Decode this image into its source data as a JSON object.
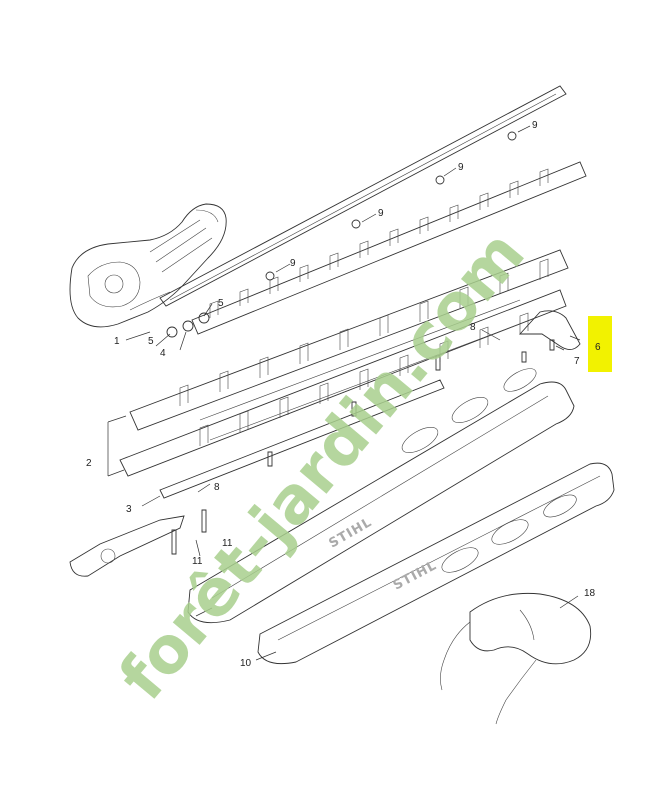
{
  "diagram": {
    "watermark": {
      "text": "forêt-jardin.com",
      "color_green": "#a9d08e",
      "color_orange": "#f0c080"
    },
    "brand_marks": [
      "STIHL",
      "STIHL"
    ],
    "highlight_color": "#f2f200",
    "callouts": [
      {
        "id": "c1",
        "label": "1"
      },
      {
        "id": "c2",
        "label": "2"
      },
      {
        "id": "c3",
        "label": "3"
      },
      {
        "id": "c4",
        "label": "4"
      },
      {
        "id": "c5a",
        "label": "5"
      },
      {
        "id": "c5b",
        "label": "5"
      },
      {
        "id": "c6",
        "label": "6"
      },
      {
        "id": "c7",
        "label": "7"
      },
      {
        "id": "c8a",
        "label": "8"
      },
      {
        "id": "c8b",
        "label": "8"
      },
      {
        "id": "c9a",
        "label": "9"
      },
      {
        "id": "c9b",
        "label": "9"
      },
      {
        "id": "c9c",
        "label": "9"
      },
      {
        "id": "c9d",
        "label": "9"
      },
      {
        "id": "c10",
        "label": "10"
      },
      {
        "id": "c11a",
        "label": "11"
      },
      {
        "id": "c11b",
        "label": "11"
      },
      {
        "id": "c18",
        "label": "18"
      }
    ]
  }
}
